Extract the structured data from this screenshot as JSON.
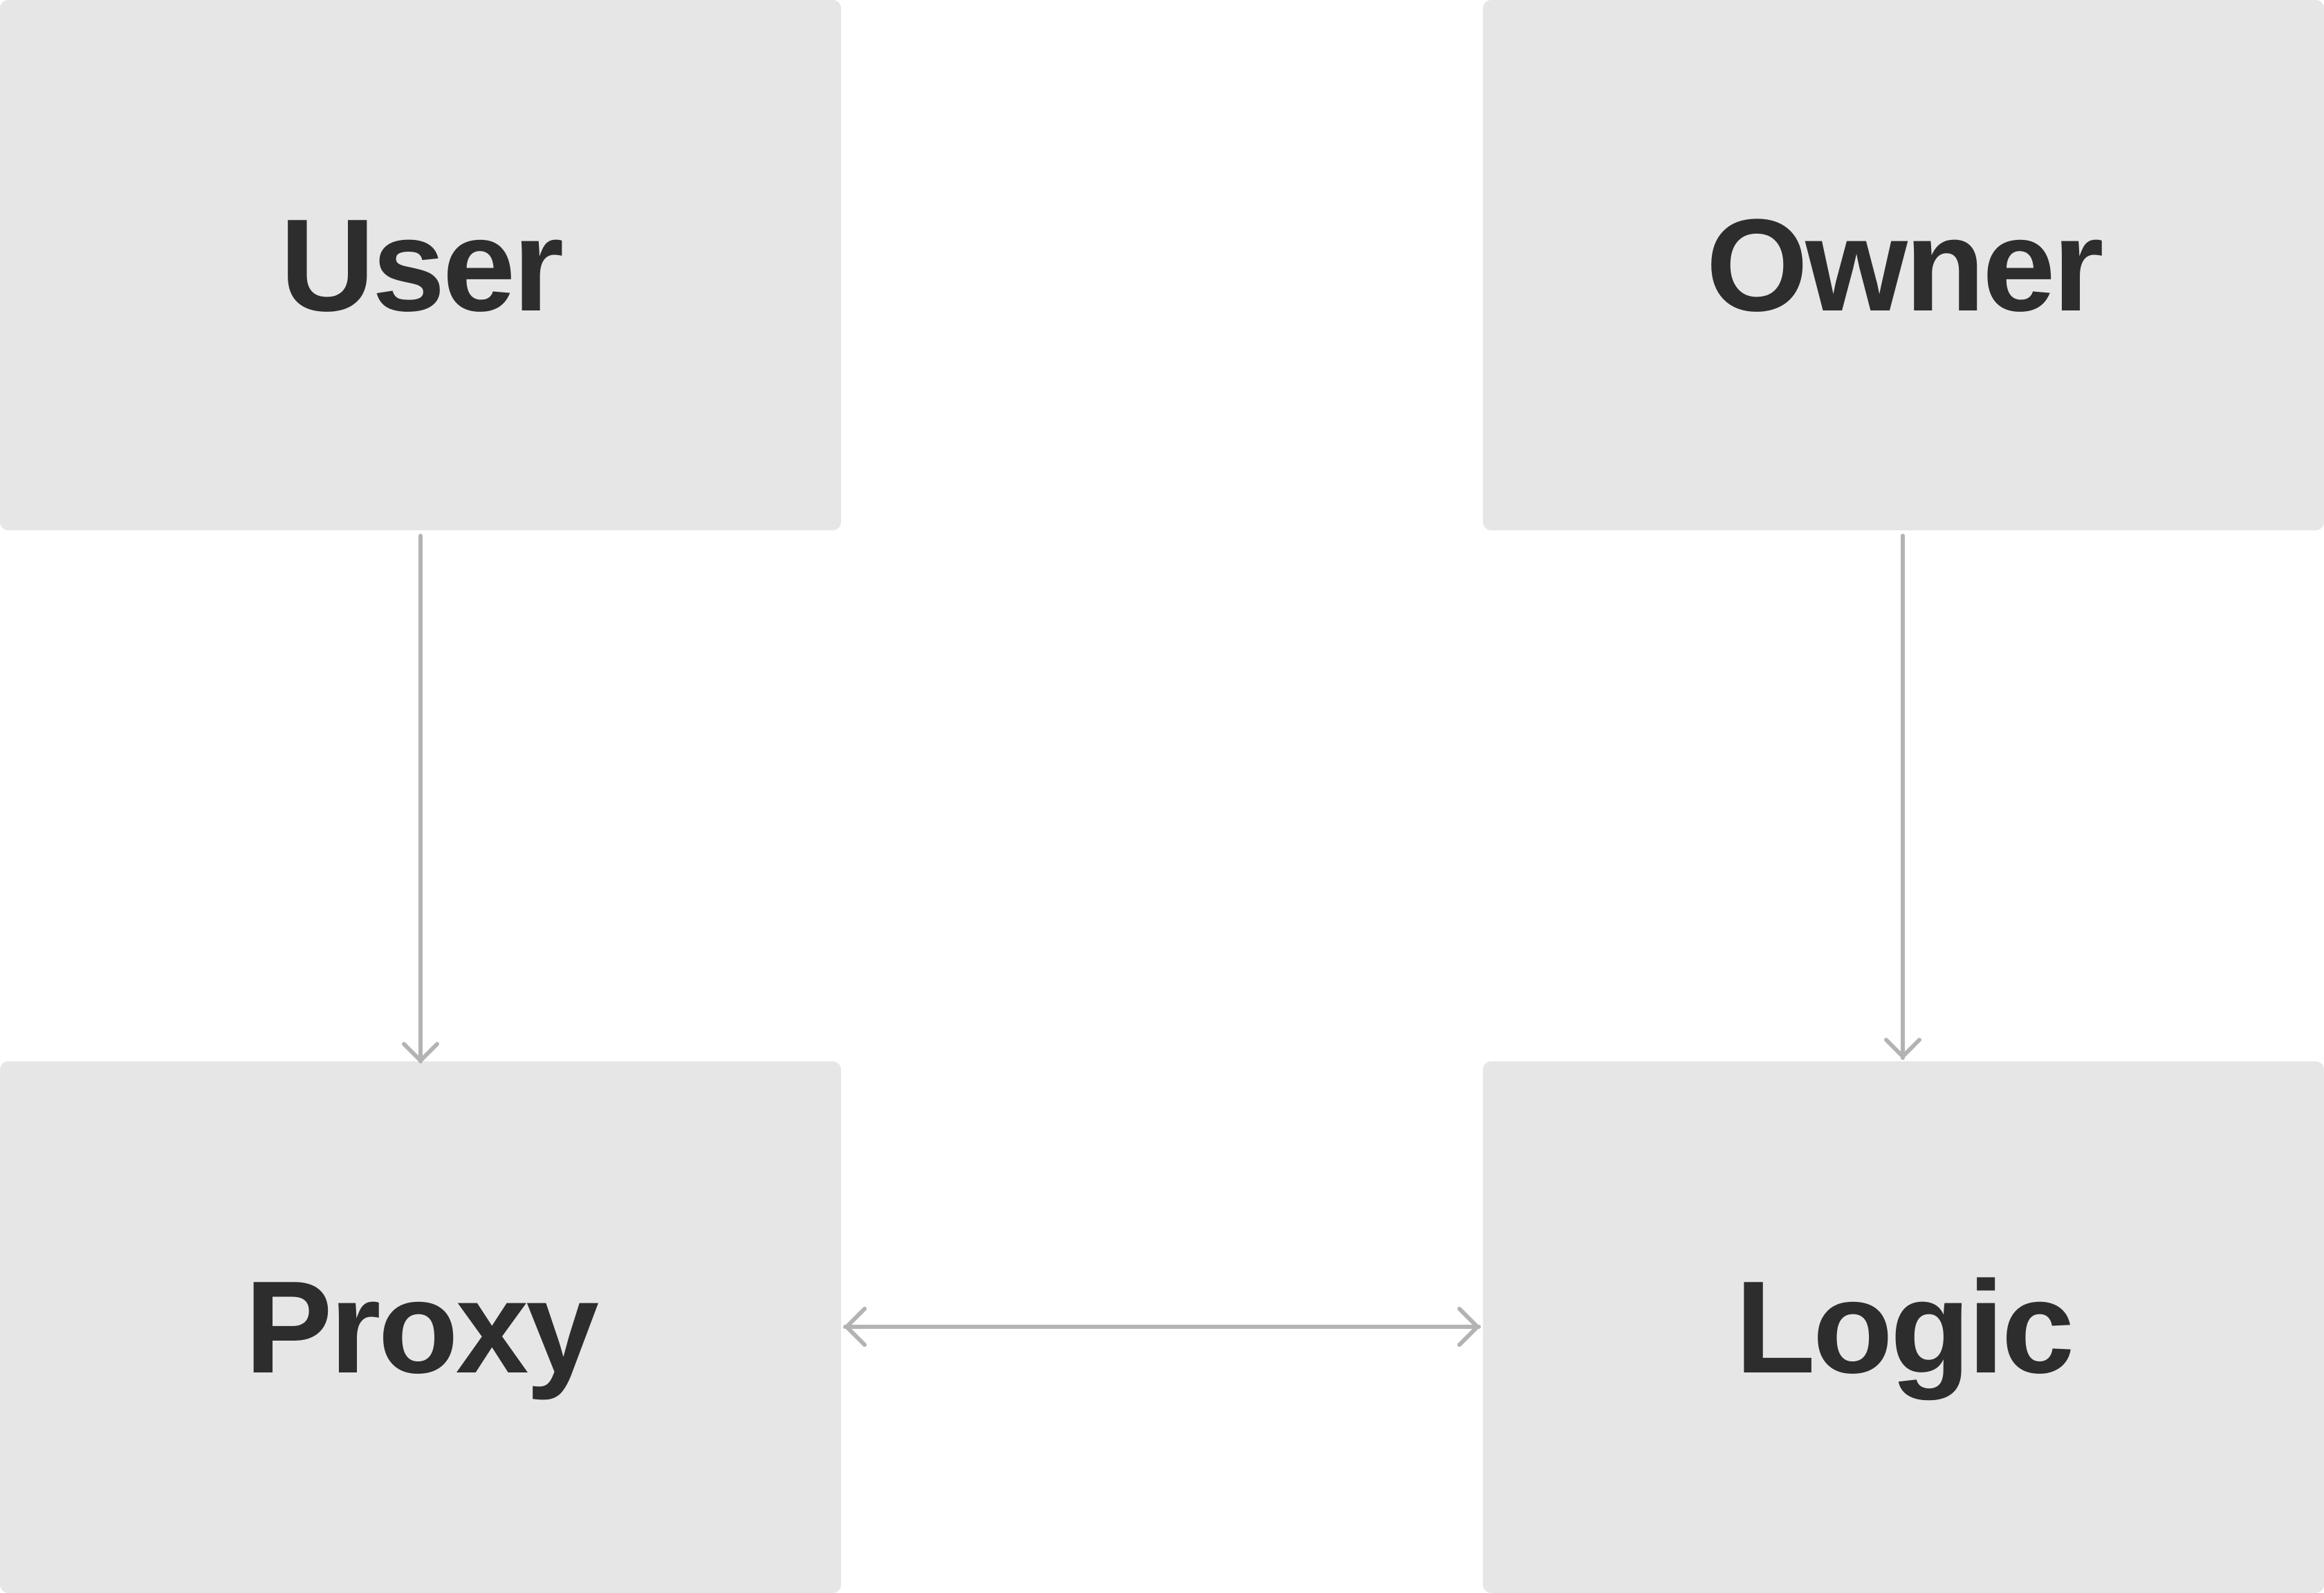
{
  "diagram": {
    "nodes": {
      "user": {
        "label": "User"
      },
      "owner": {
        "label": "Owner"
      },
      "proxy": {
        "label": "Proxy"
      },
      "logic": {
        "label": "Logic"
      }
    },
    "edges": [
      {
        "from": "User",
        "to": "Proxy",
        "direction": "one-way"
      },
      {
        "from": "Owner",
        "to": "Logic",
        "direction": "one-way"
      },
      {
        "from": "Proxy",
        "to": "Logic",
        "direction": "two-way"
      }
    ],
    "colors": {
      "node_fill": "#e6e6e6",
      "label_text": "#2d2d2d",
      "connector": "#b3b3b3",
      "background": "#ffffff"
    }
  }
}
